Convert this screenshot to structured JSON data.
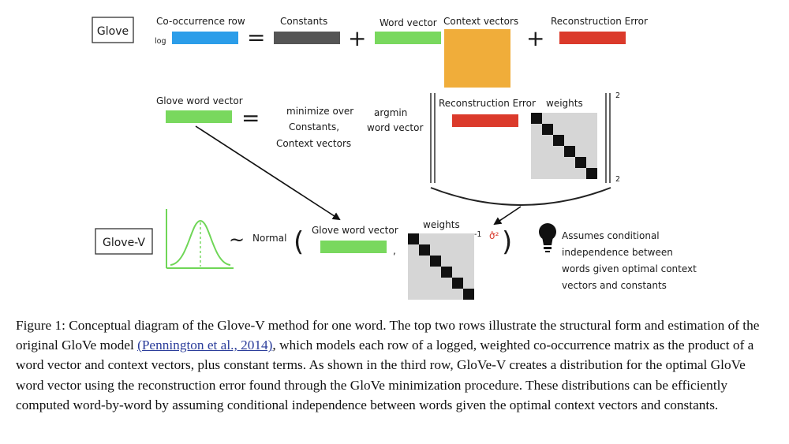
{
  "colors": {
    "row_blue": "#2b9de9",
    "constants_gray": "#555555",
    "word_green": "#79d85e",
    "context_orange": "#f0ad3a",
    "error_red": "#db3a2b",
    "weights_gray": "#d6d6d6",
    "diag_black": "#111111",
    "sigma_red": "#d9382a",
    "curve_green": "#6fd657"
  },
  "top_row": {
    "glove_label": "Glove",
    "cooc_label": "Co-occurrence row",
    "log_label": "log",
    "equals": "=",
    "constants_label": "Constants",
    "plus1": "+",
    "word_vector_label": "Word vector",
    "context_label": "Context vectors",
    "plus2": "+",
    "recon_label": "Reconstruction Error"
  },
  "middle_row": {
    "glove_word_label": "Glove word vector",
    "equals": "=",
    "minimize_lines": [
      "minimize over",
      "Constants,",
      "Context vectors"
    ],
    "argmin_lines": [
      "argmin",
      "word vector"
    ],
    "recon_label": "Reconstruction Error",
    "weights_label": "weights",
    "sup2": "2",
    "sub2": "2"
  },
  "bottom_row": {
    "glove_v_label": "Glove-V",
    "tilde": "~",
    "normal_label": "Normal",
    "open_paren": "(",
    "glove_word_label": "Glove word vector",
    "comma": ",",
    "weights_label": "weights",
    "inverse": "-1",
    "sigma": "σ̂²",
    "close_paren": ")",
    "bulb_icon": "lightbulb-icon",
    "note_lines": [
      "Assumes conditional",
      "independence between",
      "words given optimal context",
      "vectors and constants"
    ]
  },
  "caption": {
    "part1": "Figure 1: Conceptual diagram of the Glove-V method for one word. The top two rows illustrate the structural form and estimation of the original GloVe model ",
    "citation": "(Pennington et al., 2014)",
    "part2": ", which models each row of a logged, weighted co-occurrence matrix as the product of a word vector and context vectors, plus constant terms. As shown in the third row, GloVe-V creates a distribution for the optimal GloVe word vector using the reconstruction error found through the GloVe minimization procedure. These distributions can be efficiently computed word-by-word by assuming conditional independence between words given the optimal context vectors and constants."
  }
}
